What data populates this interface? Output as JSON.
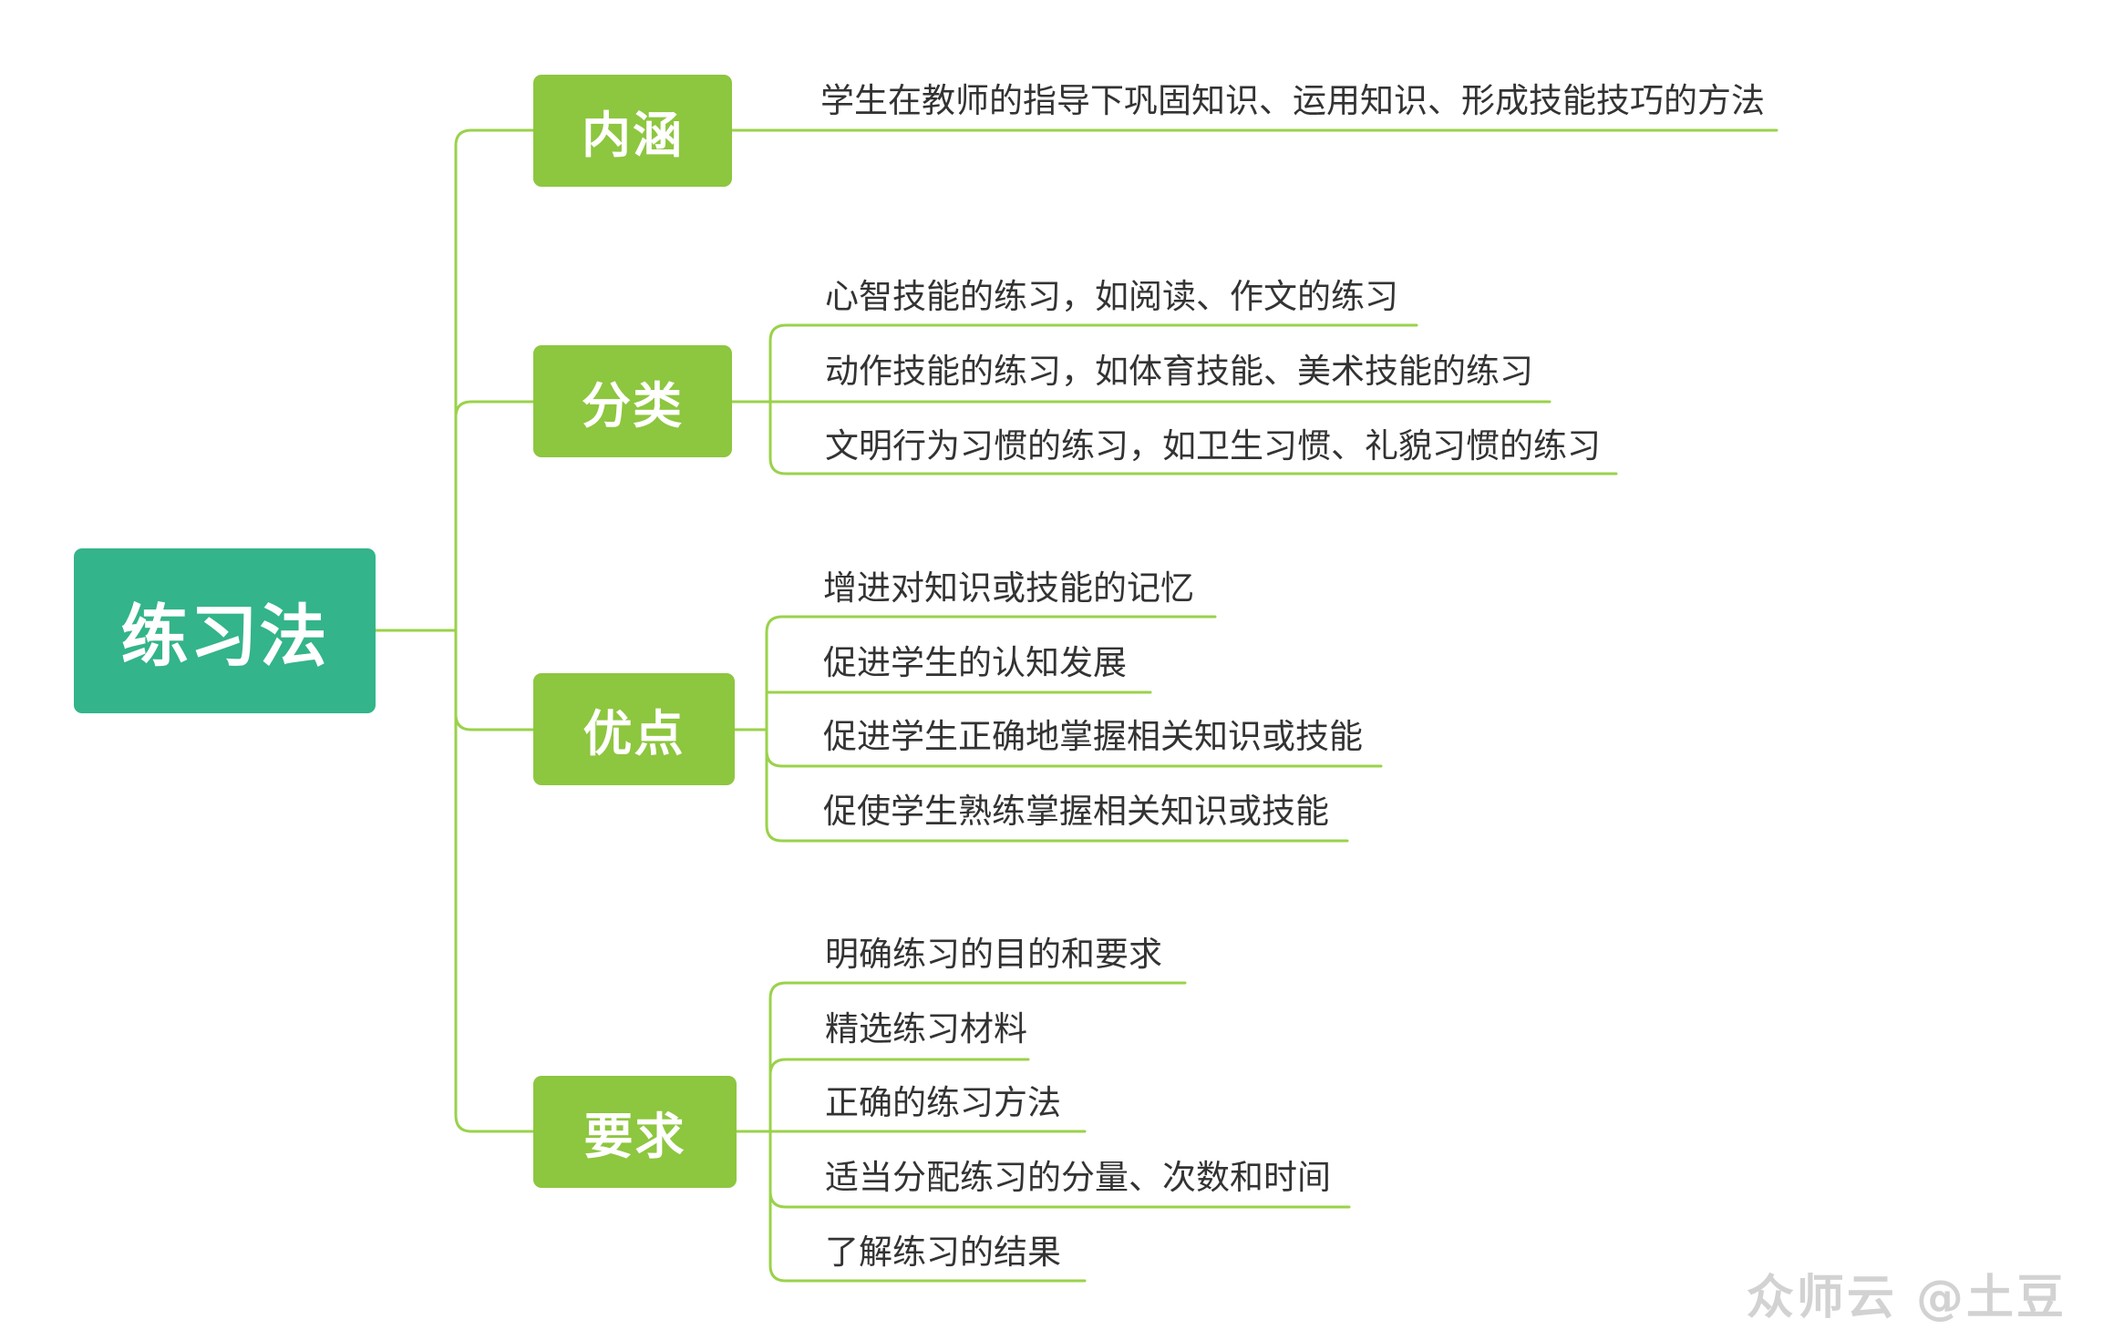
{
  "root": {
    "label": "练习法"
  },
  "branches": [
    {
      "label": "内涵",
      "items": [
        "学生在教师的指导下巩固知识、运用知识、形成技能技巧的方法"
      ]
    },
    {
      "label": "分类",
      "items": [
        "心智技能的练习，如阅读、作文的练习",
        "动作技能的练习，如体育技能、美术技能的练习",
        "文明行为习惯的练习，如卫生习惯、礼貌习惯的练习"
      ]
    },
    {
      "label": "优点",
      "items": [
        "增进对知识或技能的记忆",
        "促进学生的认知发展",
        "促进学生正确地掌握相关知识或技能",
        "促使学生熟练掌握相关知识或技能"
      ]
    },
    {
      "label": "要求",
      "items": [
        "明确练习的目的和要求",
        "精选练习材料",
        "正确的练习方法",
        "适当分配练习的分量、次数和时间",
        "了解练习的结果"
      ]
    }
  ],
  "watermark": "众师云 @土豆",
  "colors": {
    "root_fill": "#33b48a",
    "branch_fill": "#8dc63f",
    "connector": "#9ad24a",
    "text": "#333333"
  }
}
